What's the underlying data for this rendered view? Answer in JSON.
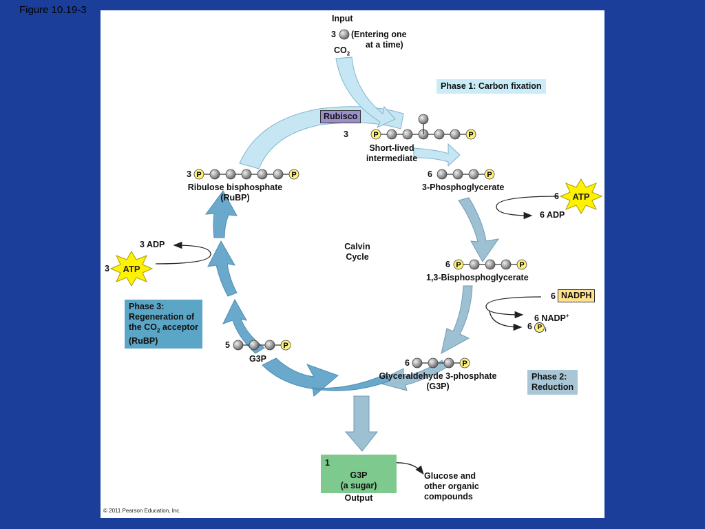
{
  "figure_label": "Figure 10.19-3",
  "copyright": "© 2011 Pearson Education, Inc.",
  "input": {
    "title": "Input",
    "count": "3",
    "note_line1": "(Entering one",
    "note_line2": "at a time)",
    "molecule": "CO",
    "molecule_sub": "2"
  },
  "enzyme": "Rubisco",
  "phase1": "Phase 1: Carbon fixation",
  "phase2_line1": "Phase 2:",
  "phase2_line2": "Reduction",
  "phase3": {
    "line1": "Phase 3:",
    "line2": "Regeneration of",
    "line3_pre": "the CO",
    "line3_sub": "2",
    "line3_post": " acceptor",
    "line4": "(RuBP)"
  },
  "center_line1": "Calvin",
  "center_line2": "Cycle",
  "intermediate": {
    "count": "3",
    "label_line1": "Short-lived",
    "label_line2": "intermediate"
  },
  "pga": {
    "count": "6",
    "label": "3-Phosphoglycerate"
  },
  "atp_in_reduction": {
    "count": "6",
    "label": "ATP",
    "product": "6 ADP"
  },
  "bpg": {
    "count": "6",
    "label": "1,3-Bisphosphoglycerate"
  },
  "nadph": {
    "count": "6",
    "label": "NADPH",
    "product": "6 NADP",
    "product_sup": "+",
    "pi_count": "6",
    "pi_symbol": "P",
    "pi_sub": "i"
  },
  "g3p_main": {
    "count": "6",
    "label_line1": "Glyceraldehyde 3-phosphate",
    "label_line2": "(G3P)"
  },
  "g3p_recycle": {
    "count": "5",
    "label": "G3P"
  },
  "atp_in_regeneration": {
    "count": "3",
    "label": "ATP",
    "product": "3 ADP"
  },
  "rubp": {
    "count": "3",
    "label_line1": "Ribulose bisphosphate",
    "label_line2": "(RuBP)"
  },
  "output": {
    "count": "1",
    "label_line1": "G3P",
    "label_line2": "(a sugar)",
    "label_line3": "Output"
  },
  "glucose": {
    "line1": "Glucose and",
    "line2": "other organic",
    "line3": "compounds"
  },
  "phosphate_symbol": "P",
  "colors": {
    "background": "#1a3e9a",
    "phase1_box": "#c9ecf8",
    "phase2_box": "#a9c6d6",
    "phase3_box": "#5ba6c6",
    "atp_burst": "#fff200",
    "nadph_box": "#ffe28a",
    "output_box": "#7dc98e",
    "rubisco_box": "#9b8fc7",
    "carbon_ball": "#999999",
    "phosphate_ball": "#fff27a"
  }
}
